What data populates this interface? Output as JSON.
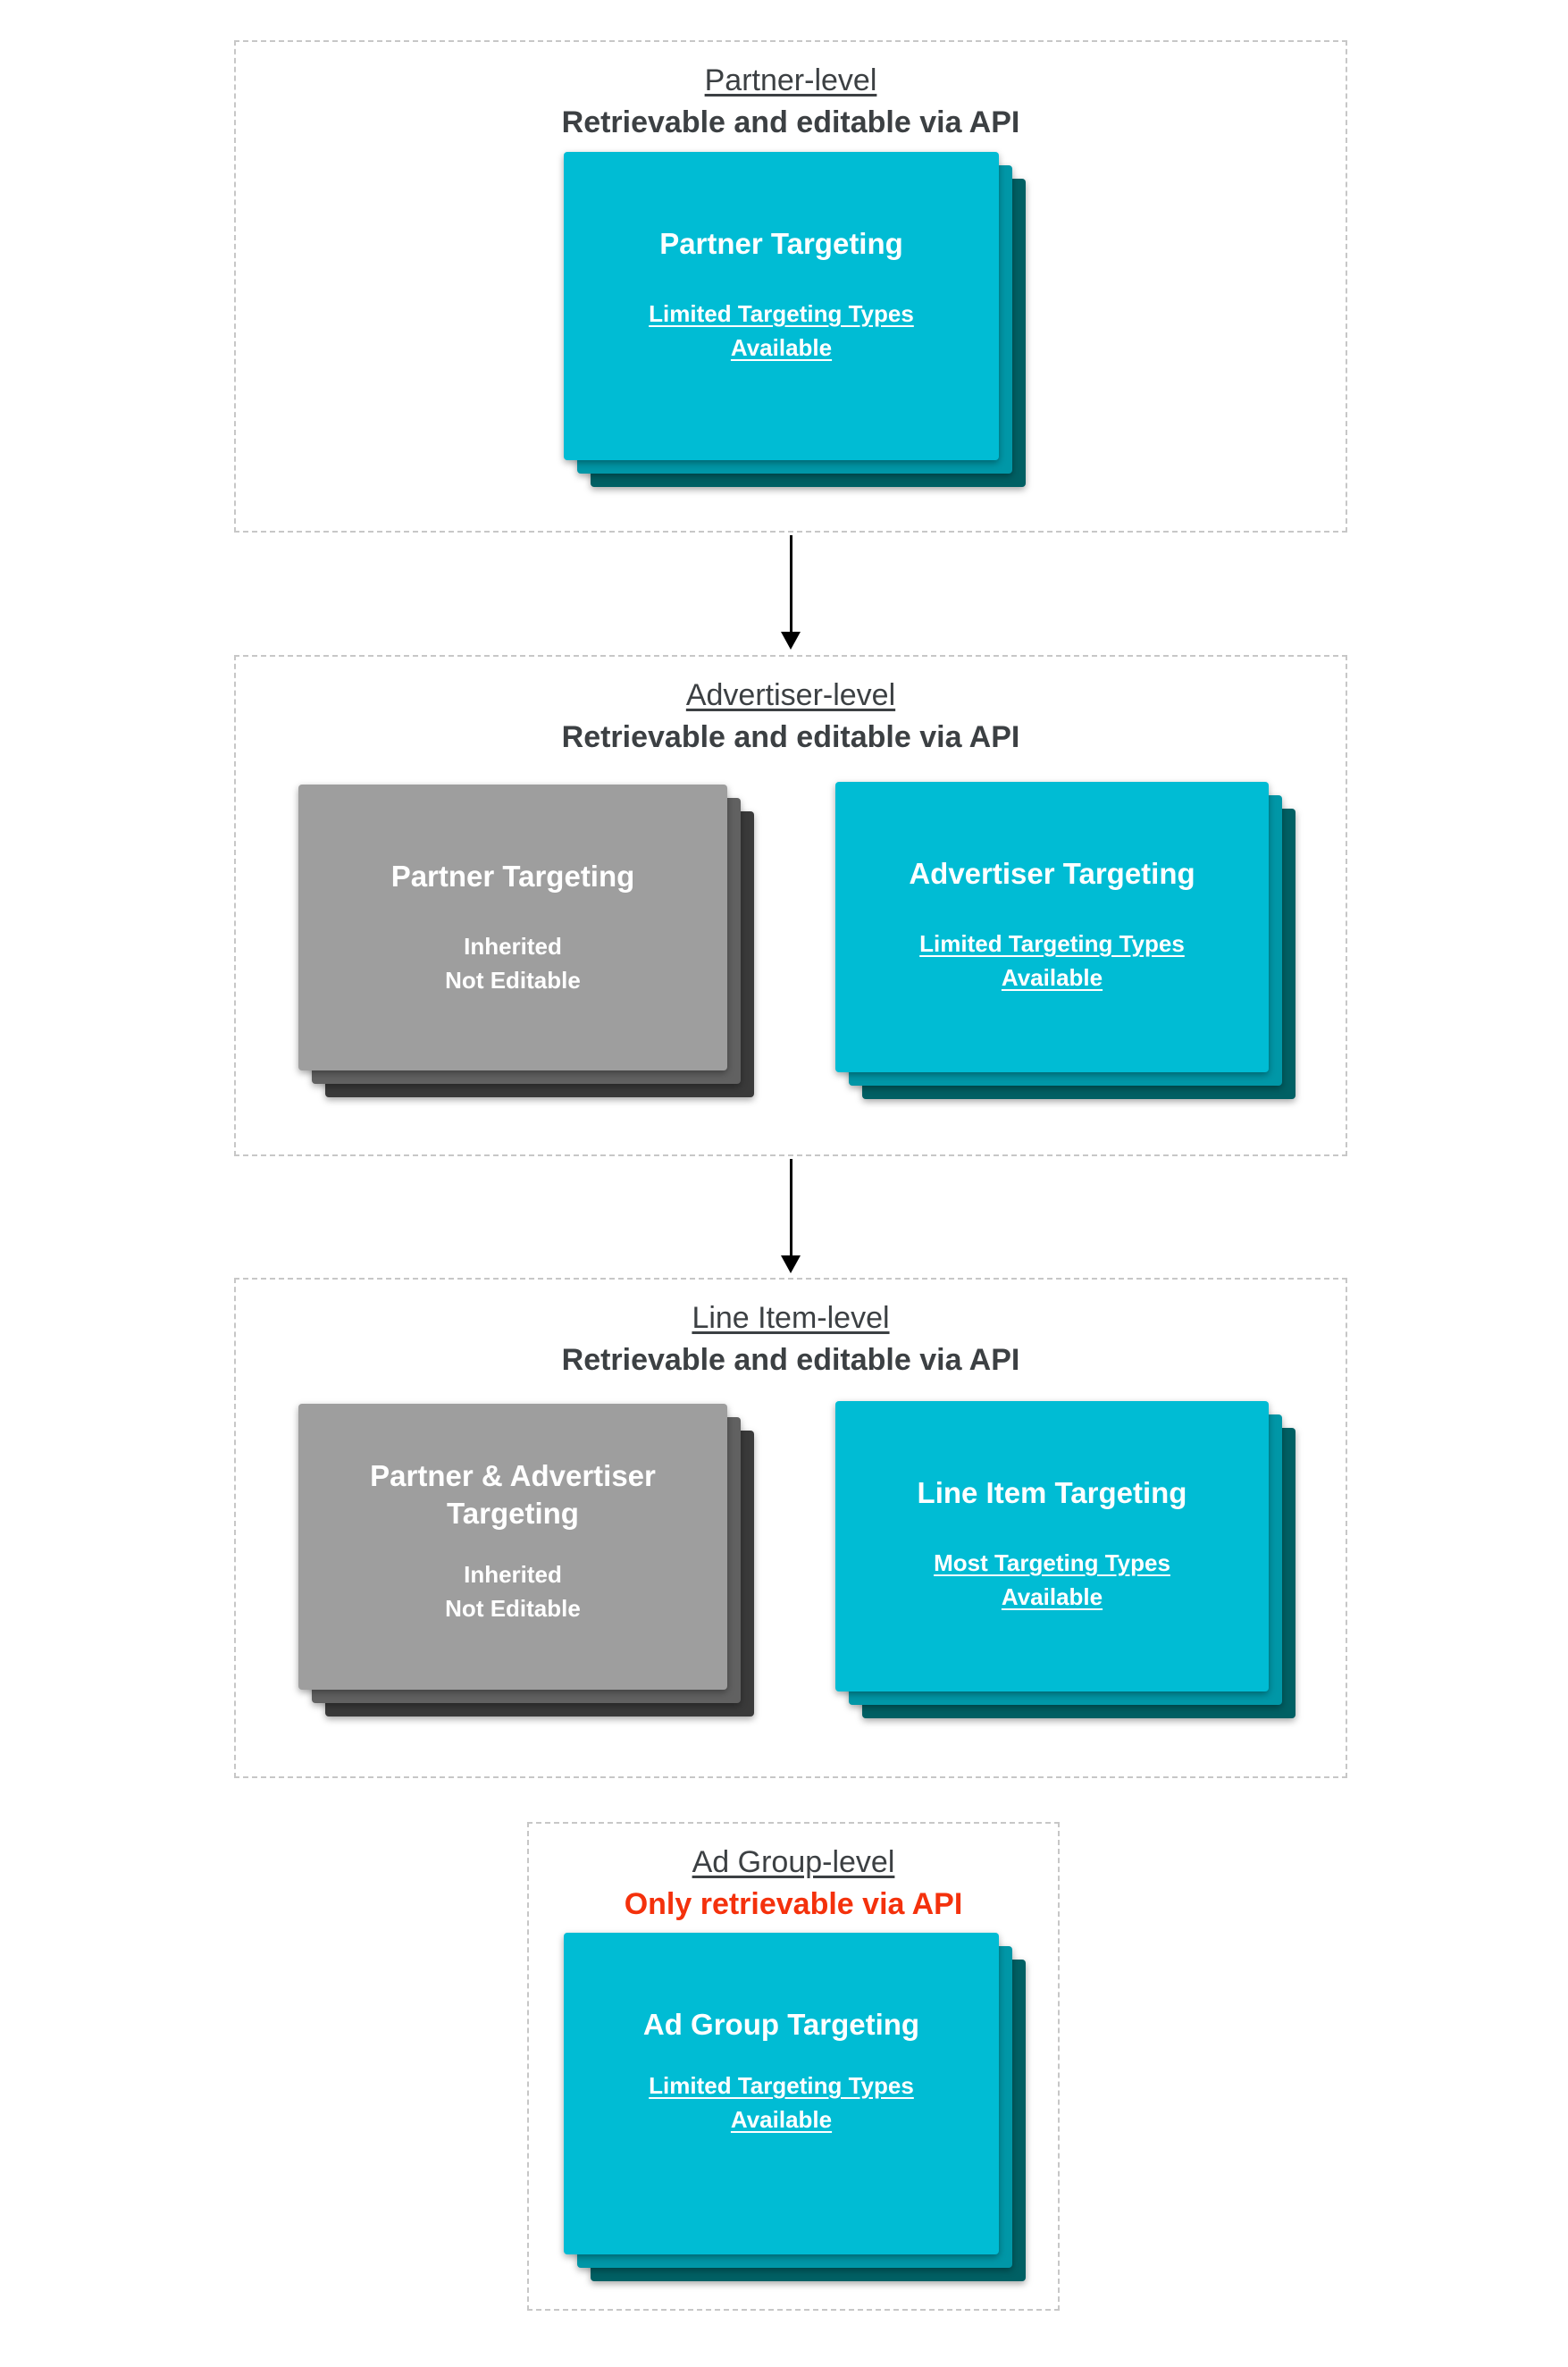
{
  "colors": {
    "card_cyan": "#00bcd4",
    "card_cyan_shadow_mid": "#0097a7",
    "card_cyan_shadow_dark": "#006064",
    "card_gray": "#9e9e9e",
    "card_gray_shadow_mid": "#616161",
    "card_gray_shadow_dark": "#3a3a3a",
    "heading_text": "#3c4043",
    "alert_red": "#f4310c",
    "dashed_border": "#c7c7c7"
  },
  "sections": {
    "partner": {
      "title": "Partner-level",
      "subtitle": "Retrievable and editable via API",
      "card": {
        "title": "Partner Targeting",
        "body": "Limited Targeting Types Available"
      }
    },
    "advertiser": {
      "title": "Advertiser-level",
      "subtitle": "Retrievable and editable via API",
      "inherited_card": {
        "title": "Partner Targeting",
        "line1": "Inherited",
        "line2": "Not Editable"
      },
      "editable_card": {
        "title": "Advertiser Targeting",
        "body": "Limited Targeting Types Available"
      }
    },
    "line_item": {
      "title": "Line Item-level",
      "subtitle": "Retrievable and editable via API",
      "inherited_card": {
        "title": "Partner & Advertiser Targeting",
        "line1": "Inherited",
        "line2": "Not Editable"
      },
      "editable_card": {
        "title": "Line Item Targeting",
        "body": "Most Targeting Types Available"
      }
    },
    "ad_group": {
      "title": "Ad Group-level",
      "subtitle": "Only retrievable via API",
      "card": {
        "title": "Ad Group Targeting",
        "body": "Limited Targeting Types Available"
      }
    }
  }
}
